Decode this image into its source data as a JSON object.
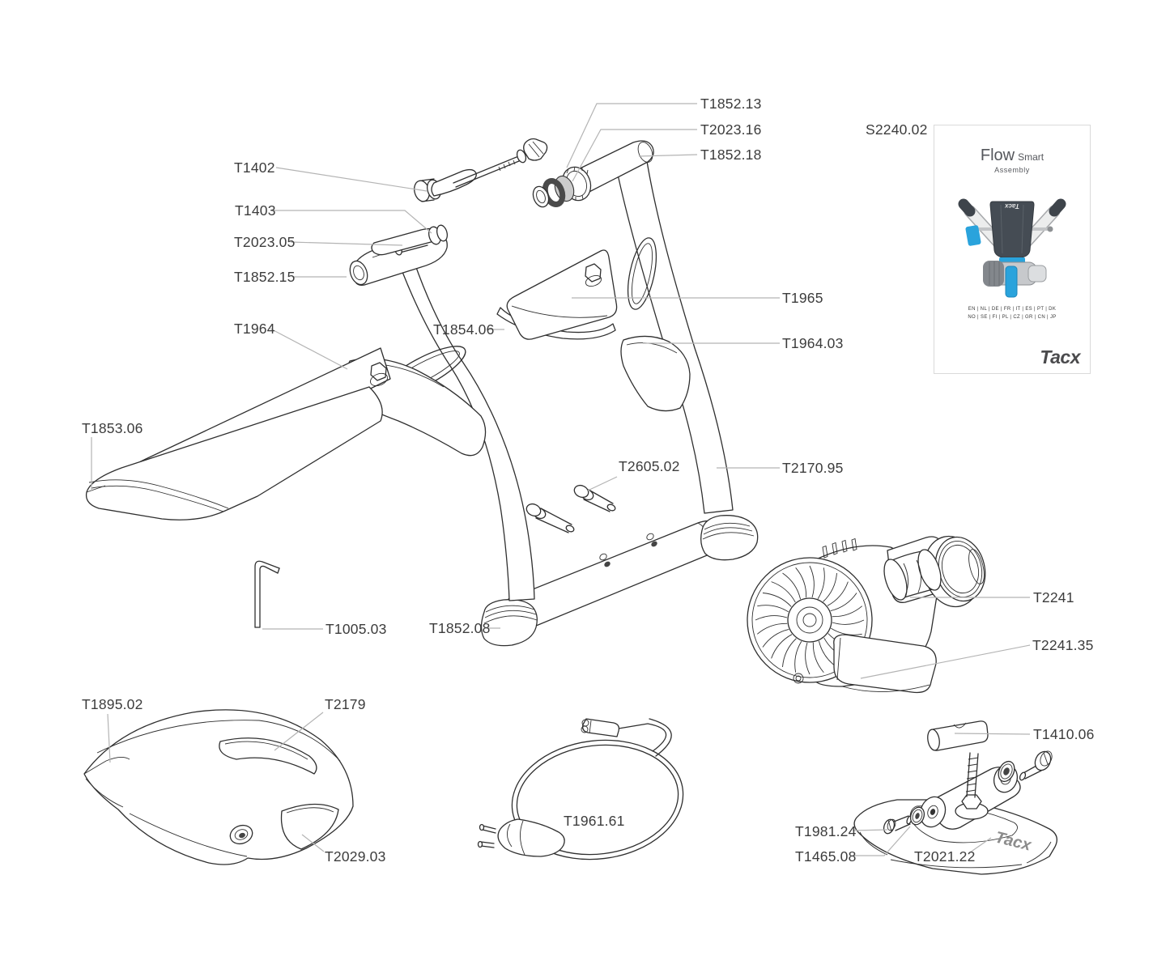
{
  "parts": [
    {
      "label": "T1852.13"
    },
    {
      "label": "T2023.16"
    },
    {
      "label": "T1852.18"
    },
    {
      "label": "S2240.02"
    },
    {
      "label": "T1402"
    },
    {
      "label": "T1403"
    },
    {
      "label": "T2023.05"
    },
    {
      "label": "T1852.15"
    },
    {
      "label": "T1964"
    },
    {
      "label": "T1854.06"
    },
    {
      "label": "T1965"
    },
    {
      "label": "T1964.03"
    },
    {
      "label": "T1853.06"
    },
    {
      "label": "T2605.02"
    },
    {
      "label": "T2170.95"
    },
    {
      "label": "T2241"
    },
    {
      "label": "T2241.35"
    },
    {
      "label": "T1005.03"
    },
    {
      "label": "T1852.08"
    },
    {
      "label": "T1895.02"
    },
    {
      "label": "T2179"
    },
    {
      "label": "T1410.06"
    },
    {
      "label": "T1961.61"
    },
    {
      "label": "T1981.24"
    },
    {
      "label": "T1465.08"
    },
    {
      "label": "T2021.22"
    },
    {
      "label": "T2029.03"
    }
  ],
  "manual_inset": {
    "title": "Flow",
    "title_secondary": "Smart",
    "subtitle": "Assembly",
    "languages_line1": "EN | NL | DE | FR | IT | ES | PT | DK",
    "languages_line2": "NO | SE | FI | PL | CZ | GR | CN | JP",
    "brand_logo": "Tacx",
    "trainer_graphic_logo": "Tacx"
  },
  "base_plate": {
    "embossed_logo": "Tacx"
  },
  "colors": {
    "label_text": "#3c3c3c",
    "leader_line": "#b4b4b4",
    "line_art": "#2f2f2f",
    "tacx_blue": "#2aa3dc",
    "manual_dark_gray": "#454c54"
  }
}
